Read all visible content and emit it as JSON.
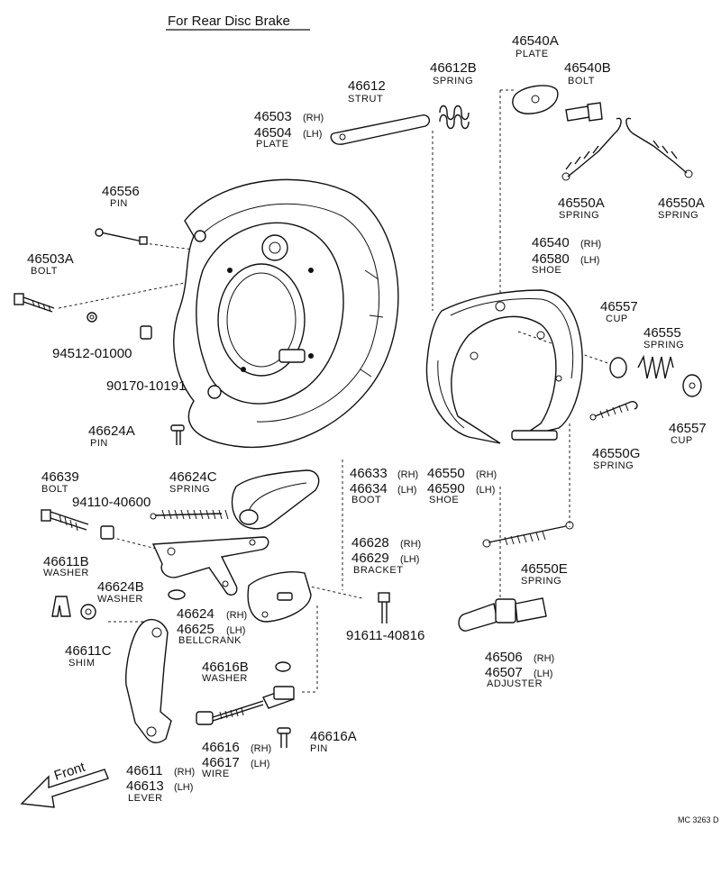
{
  "title": "For Rear Disc Brake",
  "ref_code": "MC 3263 D",
  "front_label": "Front",
  "parts": {
    "p46540A": {
      "num": "46540A",
      "name": "PLATE"
    },
    "p46540B": {
      "num": "46540B",
      "name": "BOLT"
    },
    "p46612B": {
      "num": "46612B",
      "name": "SPRING"
    },
    "p46612": {
      "num": "46612",
      "name": "STRUT"
    },
    "p46503": {
      "num": "46503",
      "side": "(RH)",
      "num2": "46504",
      "side2": "(LH)",
      "name": "PLATE"
    },
    "p46550A_1": {
      "num": "46550A",
      "name": "SPRING"
    },
    "p46550A_2": {
      "num": "46550A",
      "name": "SPRING"
    },
    "p46556": {
      "num": "46556",
      "name": "PIN"
    },
    "p46503A": {
      "num": "46503A",
      "name": "BOLT"
    },
    "p94512": {
      "num": "94512-01000"
    },
    "p90170": {
      "num": "90170-10191"
    },
    "p46540": {
      "num": "46540",
      "side": "(RH)",
      "num2": "46580",
      "side2": "(LH)",
      "name": "SHOE"
    },
    "p46557_cup1": {
      "num": "46557",
      "name": "CUP"
    },
    "p46555": {
      "num": "46555",
      "name": "SPRING"
    },
    "p46557_cup2": {
      "num": "46557",
      "name": "CUP"
    },
    "p46550G": {
      "num": "46550G",
      "name": "SPRING"
    },
    "p46624A": {
      "num": "46624A",
      "name": "PIN"
    },
    "p46639": {
      "num": "46639",
      "name": "BOLT"
    },
    "p46624C": {
      "num": "46624C",
      "name": "SPRING"
    },
    "p94110": {
      "num": "94110-40600"
    },
    "p46633": {
      "num": "46633",
      "side": "(RH)",
      "num2": "46634",
      "side2": "(LH)",
      "name": "BOOT"
    },
    "p46550": {
      "num": "46550",
      "side": "(RH)",
      "num2": "46590",
      "side2": "(LH)",
      "name": "SHOE"
    },
    "p46611B": {
      "num": "46611B",
      "name": "WASHER"
    },
    "p46624B": {
      "num": "46624B",
      "name": "WASHER"
    },
    "p46628": {
      "num": "46628",
      "side": "(RH)",
      "num2": "46629",
      "side2": "(LH)",
      "name": "BRACKET"
    },
    "p46550E": {
      "num": "46550E",
      "name": "SPRING"
    },
    "p46624": {
      "num": "46624",
      "side": "(RH)",
      "num2": "46625",
      "side2": "(LH)",
      "name": "BELLCRANK"
    },
    "p91611": {
      "num": "91611-40816"
    },
    "p46611C": {
      "num": "46611C",
      "name": "SHIM"
    },
    "p46616B": {
      "num": "46616B",
      "name": "WASHER"
    },
    "p46506": {
      "num": "46506",
      "side": "(RH)",
      "num2": "46507",
      "side2": "(LH)",
      "name": "ADJUSTER"
    },
    "p46616": {
      "num": "46616",
      "side": "(RH)",
      "num2": "46617",
      "side2": "(LH)",
      "name": "WIRE"
    },
    "p46616A": {
      "num": "46616A",
      "name": "PIN"
    },
    "p46611": {
      "num": "46611",
      "side": "(RH)",
      "num2": "46613",
      "side2": "(LH)",
      "name": "LEVER"
    }
  }
}
